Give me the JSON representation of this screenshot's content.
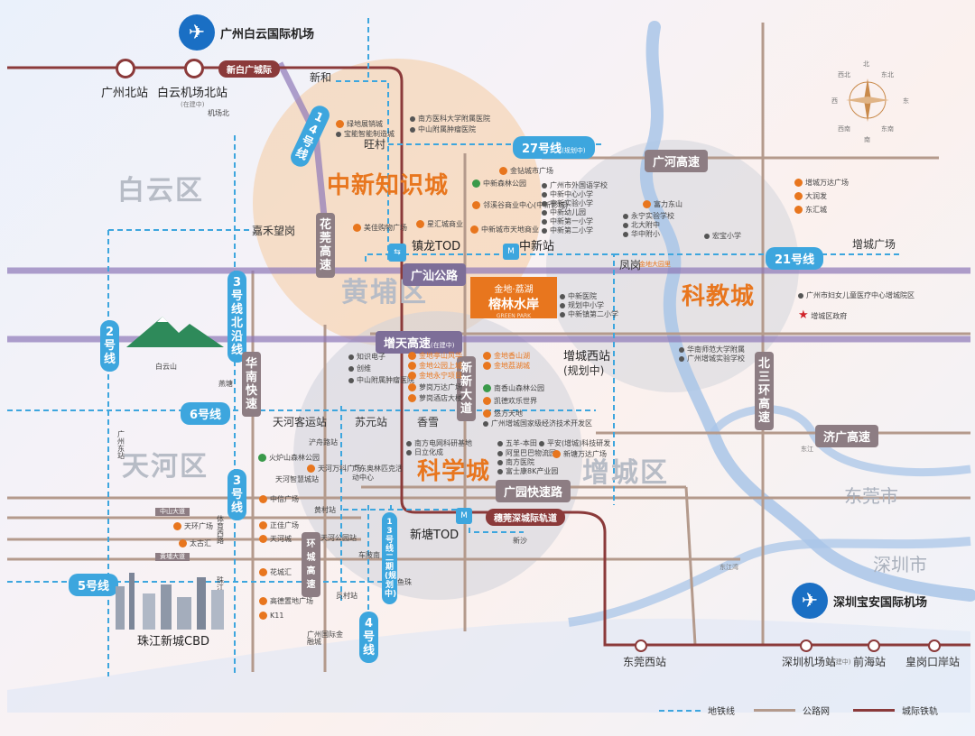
{
  "airports": {
    "baiyun": "广州白云国际机场",
    "baoan": "深圳宝安国际机场"
  },
  "districts": {
    "baiyun": "白云区",
    "huangpu": "黄埔区",
    "tianhe": "天河区",
    "zengcheng": "增城区",
    "dongguan": "东莞市",
    "shenzhen": "深圳市"
  },
  "zones": {
    "zhongxin": "中新知识城",
    "kejiao": "科教城",
    "kexue": "科学城"
  },
  "project": {
    "brand": "金地·荔湖",
    "name": "榕林水岸",
    "english": "GREEN PARK"
  },
  "rail": {
    "tags": {
      "xinbai": "新白广城际",
      "guanshen": "穗莞深城际轨道"
    },
    "stations": {
      "guangzhou_north": "广州北站",
      "airport_north": "白云机场北站",
      "airport_north_note": "(在建中)",
      "dongguan_west": "东莞西站",
      "shenzhen_airport": "深圳机场站",
      "shenzhen_airport_note": "(在建中)",
      "qianhai": "前海站",
      "huanggang": "皇岗口岸站"
    }
  },
  "metro": {
    "lines": {
      "l14": "14号线",
      "l27": "27号线",
      "l27_note": "(规划中)",
      "l21": "21号线",
      "l3n": "3号线北沿线",
      "l2": "2号线",
      "l6": "6号线",
      "l3": "3号线",
      "l5": "5号线",
      "l4": "4号线",
      "l13": "13号线二期(规划中)"
    },
    "stations": {
      "xinhe": "新和",
      "wangcun": "旺村",
      "jiaheyangang": "嘉禾望岗",
      "zhenlong": "镇龙TOD",
      "zhongxin": "中新站",
      "fenggang": "凤岗",
      "zengcheng_west": "增城西站",
      "zengcheng_west_note": "(规划中)",
      "xiangxue": "香雪",
      "suyuan": "苏元站",
      "tianhe_coach": "天河客运站",
      "chanzhou": "浐舟路站",
      "tianhe_smart": "天河智慧城站",
      "huangcun": "黄村站",
      "tianhe_park": "天河公园站",
      "chebei": "车陂南",
      "yuanshan": "员村站",
      "yuzhu": "鱼珠",
      "xintang": "新塘TOD",
      "xinsha": "新沙",
      "zengcheng_square": "增城广场",
      "jichangbei": "机场北",
      "yanta": "燕塘",
      "gz_east": "广州东站",
      "tiyu": "体育西路",
      "zhujiang": "珠江新城"
    }
  },
  "roads": {
    "huawan": "花莞高速",
    "guangshan": "广汕公路",
    "zengtian": "增天高速",
    "zengtian_note": "(在建中)",
    "guanghe": "广河高速",
    "huanan": "华南快速",
    "xinxin": "新新大道",
    "north3": "北三环高速",
    "jiguang": "济广高速",
    "guangyuan": "广园快速路",
    "huanshi": "环城高速",
    "zhongshan": "中山大道",
    "huangpu": "黄埔大道"
  },
  "places": {
    "baiyunshan": "白云山",
    "cbd": "珠江新城CBD",
    "olympic": "广东奥林匹克活动中心",
    "jindi_project": "金地大园里",
    "zengcheng_gov": "增城区政府",
    "dongjiang": "东江",
    "dongjiang2": "东江湾"
  },
  "pois": {
    "a1": "绿地展销城",
    "a2": "宝能智能制造城",
    "a3": "南方医科大学附属医院",
    "a4": "中山附属肿瘤医院",
    "a5": "美佳购物广场",
    "a6": "星汇城商业",
    "a7": "中新城市天地商业",
    "a8": "金钻城市广场",
    "a9": "中新森林公园",
    "a10": "邻溪谷商业中心(中新影城)",
    "a11": "广州市外国语学校",
    "a12": "中新中心小学",
    "a13": "中新实验小学",
    "a14": "中新幼儿园",
    "a15": "中新第一小学",
    "a16": "中新第二小学",
    "a17": "北大附中",
    "a18": "华中附小",
    "a19": "宏宝小学",
    "b1": "增城万达广场",
    "b2": "大润发",
    "b3": "东汇城",
    "b4": "广州市妇女儿童医疗中心增城院区",
    "b5": "中新医院",
    "b6": "规划中小学",
    "b7": "中新镇第二小学",
    "b8": "华南师范大学附属",
    "b9": "广州增城实验学校",
    "b10": "富力东山",
    "b11": "永宁实验学校",
    "c1": "知识电子",
    "c2": "创维",
    "c3": "中山附属肿瘤医院",
    "c4": "金地亭山风华",
    "c5": "金地公园上城",
    "c6": "金地永宁项目",
    "c7": "金地香山湖",
    "c8": "金地荔湖城",
    "c9": "萝岗万达广场",
    "c10": "萝岗酒店大楼",
    "c11": "南香山森林公园",
    "c12": "凯德欢乐世界",
    "c13": "悠方天地",
    "c14": "广州增城国家级经济技术开发区",
    "d1": "南方电网科研基地",
    "d2": "日立化成",
    "d3": "五羊-本田",
    "d4": "平安(增城)科技研发",
    "d5": "阿里巴巴物流园",
    "d6": "南方医院",
    "d7": "新塘万达广场",
    "d8": "富士康8K产业园",
    "e1": "火炉山森林公园",
    "e2": "天河万科广场",
    "e3": "中信广场",
    "e4": "天环广场",
    "e5": "正佳广场",
    "e6": "天河城",
    "e7": "太古汇",
    "e8": "花城汇",
    "e9": "高德置地广场",
    "e10": "K11",
    "e11": "广州国际金融城"
  },
  "legend": {
    "metro": "地铁线",
    "road": "公路网",
    "intercity": "城际铁轨"
  },
  "compass": {
    "n": "北",
    "s": "南",
    "e": "东",
    "w": "西",
    "ne": "东北",
    "nw": "西北",
    "se": "东南",
    "sw": "西南"
  }
}
